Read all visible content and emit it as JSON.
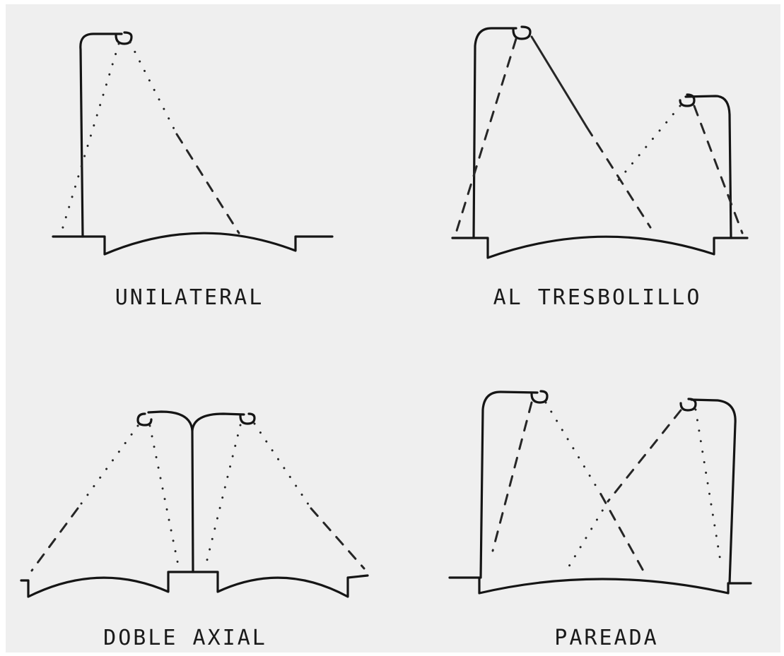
{
  "diagrams": [
    {
      "id": "unilateral",
      "caption": "UNILATERAL"
    },
    {
      "id": "al-tresbolillo",
      "caption": "AL TRESBOLILLO"
    },
    {
      "id": "doble-axial",
      "caption": "DOBLE AXIAL"
    },
    {
      "id": "pareada",
      "caption": "PAREADA"
    }
  ]
}
